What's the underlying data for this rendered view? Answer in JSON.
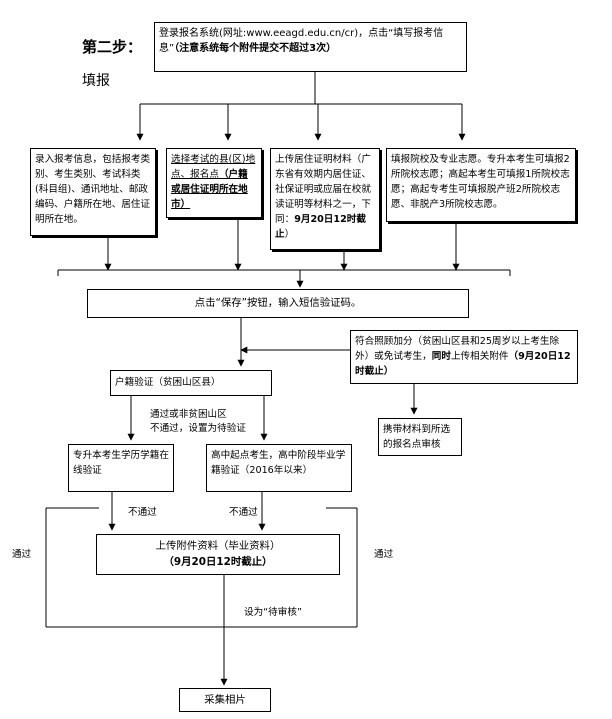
{
  "heading": {
    "step": "第二步：",
    "sub": "填报"
  },
  "top": {
    "text": "登录报名系统(网址:www.eeagd.edu.cn/cr)，点击“填写报考信息”",
    "note": "（注意系统每个附件提交不超过3次）"
  },
  "col1": {
    "text": "录入报考信息，包括报考类别、考生类别、考试科类(科目组)、通讯地址、邮政编码、户籍所在地、居住证明所在地。"
  },
  "col2": {
    "text": "选择考试的县(区)地点、报名点",
    "bold": "（户籍或居住证明所在地市）"
  },
  "col3": {
    "text": "上传居住证明材料（广东省有效期内居住证、社保证明或应届在校就读证明等材料之一，下同：",
    "bold": "9月20日12时截止",
    "tail": "）"
  },
  "col4": {
    "text": "填报院校及专业志愿。专升本考生可填报2所院校志愿；高起本考生可填报1所院校志愿；高起专考生可填报脱产班2所院校志愿、非脱产3所院校志愿。"
  },
  "save": {
    "text": "点击“保存”按钮，输入短信验证码。"
  },
  "bonus": {
    "text": "符合照顾加分（贫困山区县和25周岁以上考生除外）或免试考生，",
    "bold1": "同时",
    "text2": "上传相关附件",
    "bold2": "（9月20日12时截止）"
  },
  "carry": {
    "text": "携带材料到所选的报名点审核"
  },
  "huji": {
    "text": "户籍验证（贫困山区县）"
  },
  "label_pass_nonpoor": "通过或非贫困山区",
  "label_fail_pending": "不通过，设置为待验证",
  "zsb": {
    "text": "专升本考生学历学籍在线验证"
  },
  "gz": {
    "text": "高中起点考生，高中阶段毕业学籍验证（2016年以来）"
  },
  "label_fail_1": "不通过",
  "label_fail_2": "不通过",
  "label_pass_left": "通过",
  "label_pass_right": "通过",
  "upload": {
    "text": "上传附件资料（毕业资料）",
    "bold": "（9月20日12时截止）"
  },
  "label_set_pending": "设为“待审核”",
  "photo": {
    "text": "采集相片"
  }
}
